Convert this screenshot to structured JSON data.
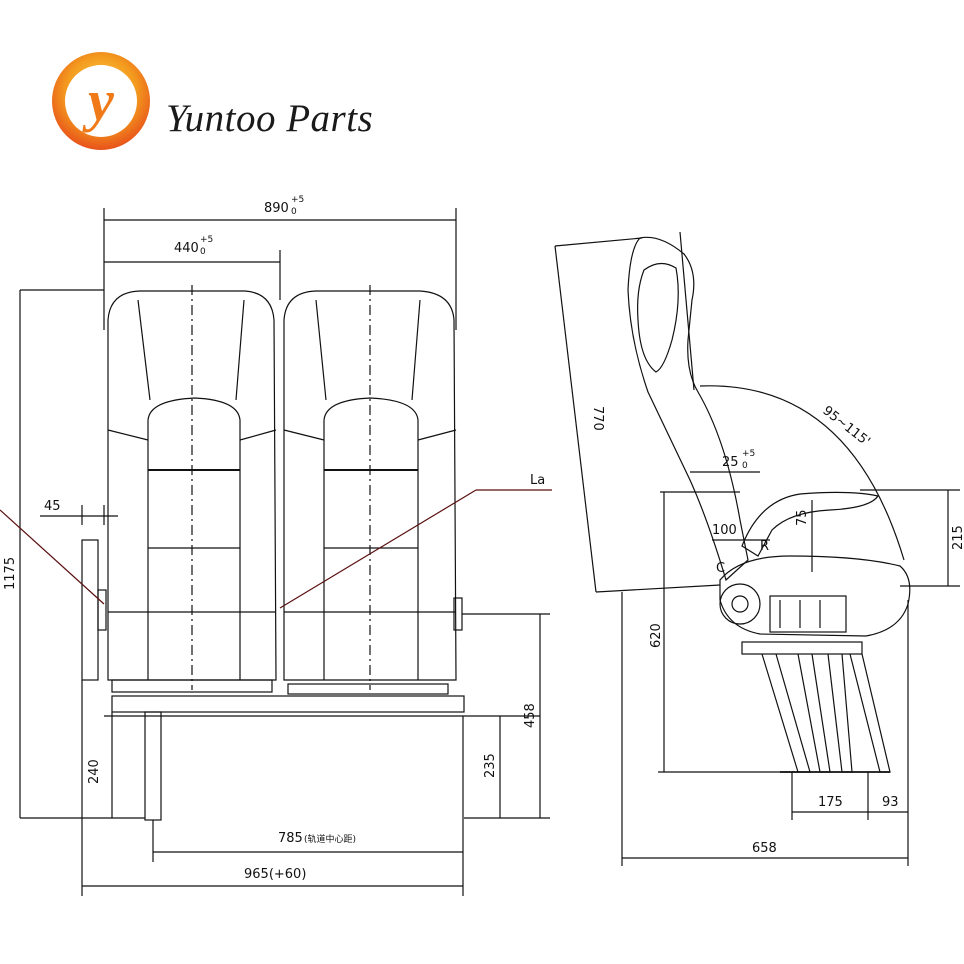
{
  "brand": {
    "name": "Yuntoo Parts",
    "logo_letter": "y"
  },
  "front_view": {
    "width_overall": "890",
    "width_overall_tol_upper": "+5",
    "width_overall_tol_lower": "0",
    "seat_width": "440",
    "seat_width_tol_upper": "+5",
    "seat_width_tol_lower": "0",
    "total_height": "1175",
    "armrest_offset": "45",
    "callout_label": "La",
    "cushion_height": "458",
    "leg_height": "240",
    "rail_height": "235",
    "track_width": "785",
    "track_width_note": "(轨道中心距)",
    "base_width": "965(+60)"
  },
  "side_view": {
    "back_height": "770",
    "recline_angle": "95~115'",
    "adjust_angle": "25",
    "adjust_angle_tol_upper": "+5",
    "adjust_angle_tol_lower": "0",
    "armrest_height": "215",
    "dim_100": "100",
    "dim_75": "75",
    "letter_r": "R",
    "letter_c": "C",
    "seat_height": "620",
    "foot_width": "175",
    "foot_offset": "93",
    "depth": "658"
  },
  "colors": {
    "line": "#111111",
    "callout": "#5a0f0f",
    "logo_orange": "#f08a1c",
    "logo_red": "#e34a1a"
  }
}
